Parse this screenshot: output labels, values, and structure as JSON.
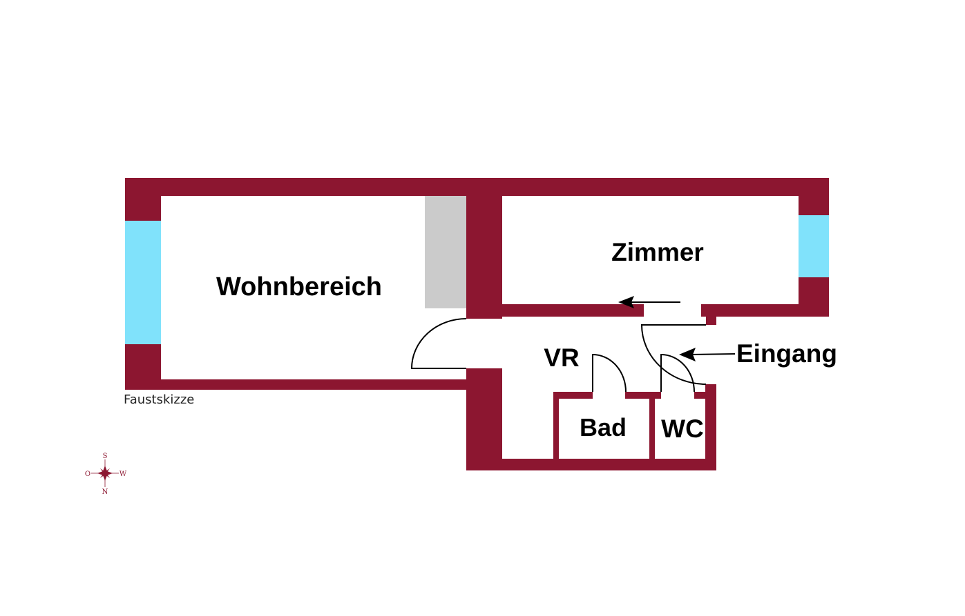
{
  "rooms": {
    "wohnbereich": "Wohnbereich",
    "zimmer": "Zimmer",
    "vr": "VR",
    "bad": "Bad",
    "wc": "WC"
  },
  "annotations": {
    "eingang": "Eingang",
    "sketch_note": "Faustskizze"
  },
  "compass": {
    "top": "S",
    "left": "O",
    "right": "W",
    "bottom": "N"
  },
  "colors": {
    "wall": "#8c1630",
    "window": "#80e2fb",
    "built_in": "#cbcbcb"
  }
}
